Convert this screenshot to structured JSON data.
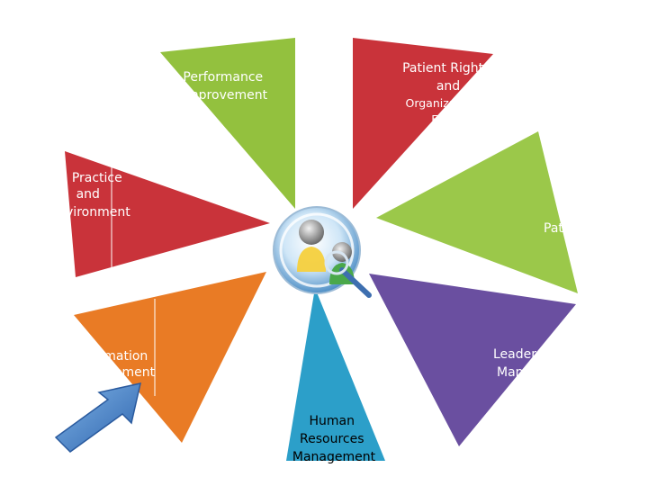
{
  "segments": [
    {
      "id": "performance",
      "lines": [
        "Performance",
        "Improvement"
      ],
      "color": "#93c13e"
    },
    {
      "id": "patient-rights",
      "lines": [
        "Patient Rights",
        "and"
      ],
      "sub_lines": [
        "Organizational",
        "Ethics"
      ],
      "color": "#c9333a"
    },
    {
      "id": "patient",
      "lines": [
        "Patient"
      ],
      "color": "#9bc84a"
    },
    {
      "id": "leadership",
      "lines": [
        "Leadership",
        "Management"
      ],
      "color": "#6a4fa0"
    },
    {
      "id": "human-resources",
      "lines": [
        "Human",
        "Resources",
        "Management"
      ],
      "color": "#2c9fc9"
    },
    {
      "id": "information",
      "lines": [
        "Information",
        "Management"
      ],
      "color": "#e97b25"
    },
    {
      "id": "practice",
      "lines": [
        "Practice",
        "and",
        "Environment"
      ],
      "color": "#c9333a"
    }
  ],
  "center_icon": "users-magnifier-icon",
  "pointer_icon": "blue-arrow-icon"
}
